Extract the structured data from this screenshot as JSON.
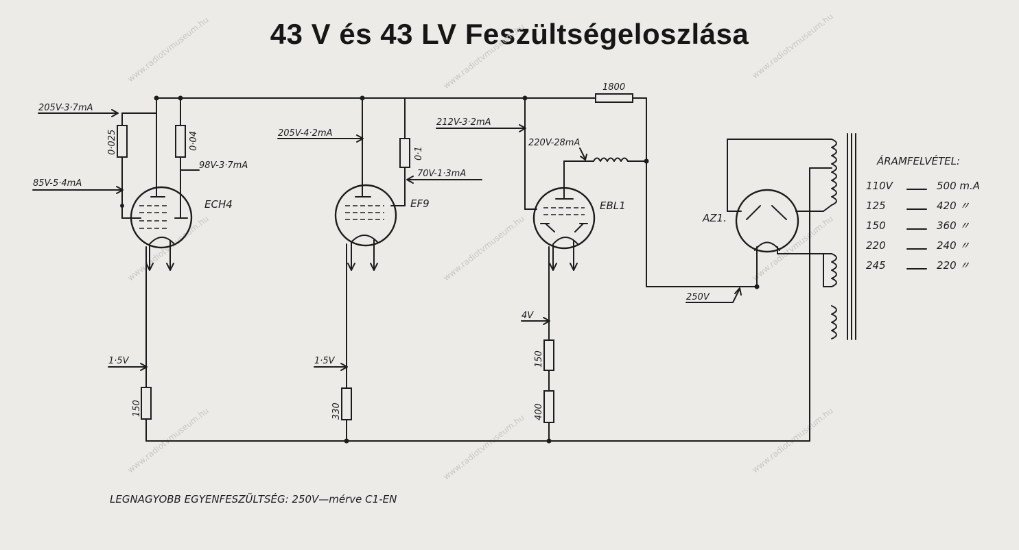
{
  "title": "43 V  és  43 LV  Feszültségeloszlása",
  "watermark": "www.radiotvmuseum.hu",
  "tubes": {
    "ech4": "ECH4",
    "ef9": "EF9",
    "ebl1": "EBL1",
    "az1": "AZ1."
  },
  "resistors": {
    "r1800": "1800",
    "r0025": "0·025",
    "r004": "0·04",
    "r01": "0·1",
    "r150a": "150",
    "r330": "330",
    "r150b": "150",
    "r400": "400"
  },
  "labels": {
    "l205_37": "205V-3·7mA",
    "l98_37": "98V-3·7mA",
    "l85_54": "85V-5·4mA",
    "l205_42": "205V-4·2mA",
    "l70_13": "70V-1·3mA",
    "l212_32": "212V-3·2mA",
    "l220_28": "220V-28mA",
    "l250v": "250V",
    "l4v": "4V",
    "l15v_a": "1·5V",
    "l15v_b": "1·5V"
  },
  "current_table": {
    "heading": "ÁRAMFELVÉTEL:",
    "rows": [
      {
        "voltage": "110V",
        "current": "500 m.A"
      },
      {
        "voltage": "125",
        "current": "420  〃"
      },
      {
        "voltage": "150",
        "current": "360  〃"
      },
      {
        "voltage": "220",
        "current": "240  〃"
      },
      {
        "voltage": "245",
        "current": "220  〃"
      }
    ]
  },
  "footer": "LEGNAGYOBB EGYENFESZÜLTSÉG: 250V—mérve C1-EN"
}
